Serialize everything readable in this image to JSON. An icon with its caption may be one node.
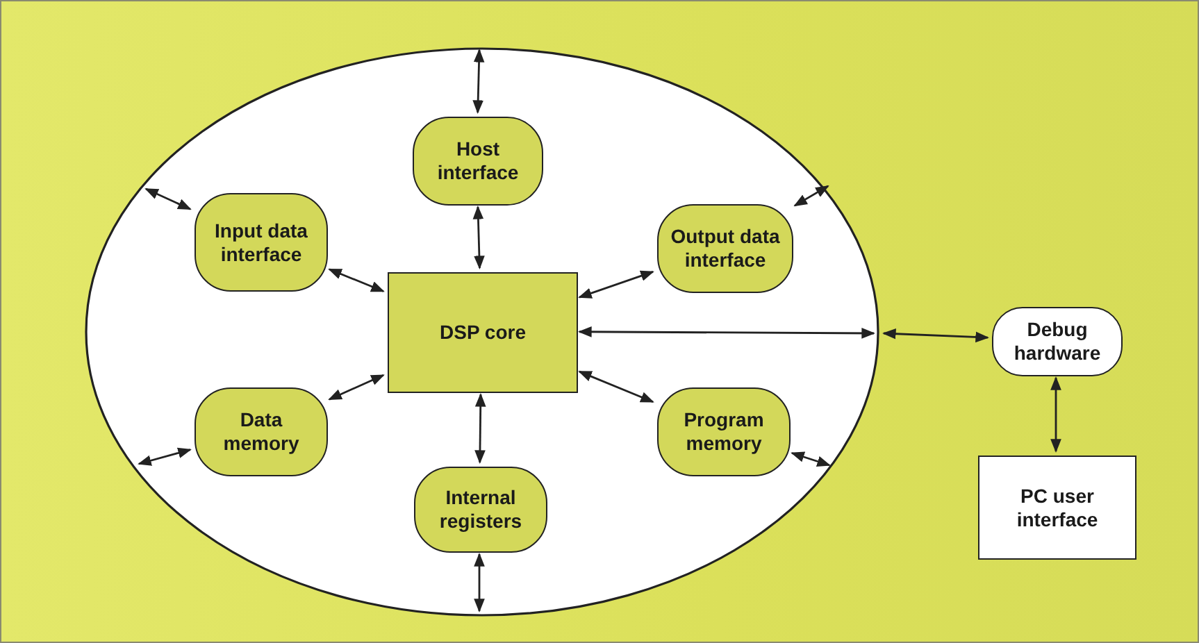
{
  "diagram": {
    "nodes": [
      {
        "text": [],
        "shape": "ellipse"
      },
      {
        "text": [
          "Host interface"
        ],
        "in": 0
      },
      {
        "text": [
          "Input data interface"
        ],
        "in": 0
      },
      {
        "text": [
          "Output data interface"
        ],
        "in": 0
      },
      {
        "text": [
          "DSP core"
        ],
        "in": 0
      },
      {
        "text": [
          "Data memory"
        ],
        "in": 0
      },
      {
        "text": [
          "Program memory"
        ],
        "in": 0
      },
      {
        "text": [
          "Internal registers"
        ],
        "in": 0
      },
      {
        "text": [
          "Debug hardware"
        ]
      },
      {
        "text": [
          "PC user interface"
        ]
      }
    ],
    "edges": [
      {
        "from": 1,
        "to": 0,
        "arrow": "both"
      },
      {
        "from": 1,
        "to": 4,
        "arrow": "both"
      },
      {
        "from": 2,
        "to": 0,
        "arrow": "both"
      },
      {
        "from": 2,
        "to": 4,
        "arrow": "both"
      },
      {
        "from": 3,
        "to": 0,
        "arrow": "both"
      },
      {
        "from": 3,
        "to": 4,
        "arrow": "both"
      },
      {
        "from": 4,
        "to": 5,
        "arrow": "both"
      },
      {
        "from": 5,
        "to": 0,
        "arrow": "both"
      },
      {
        "from": 4,
        "to": 6,
        "arrow": "both"
      },
      {
        "from": 6,
        "to": 0,
        "arrow": "both"
      },
      {
        "from": 4,
        "to": 7,
        "arrow": "both"
      },
      {
        "from": 7,
        "to": 0,
        "arrow": "both"
      },
      {
        "from": 4,
        "to": 0,
        "arrow": "both"
      },
      {
        "from": 0,
        "to": 8,
        "arrow": "both"
      },
      {
        "from": 8,
        "to": 9,
        "arrow": "both"
      }
    ]
  }
}
